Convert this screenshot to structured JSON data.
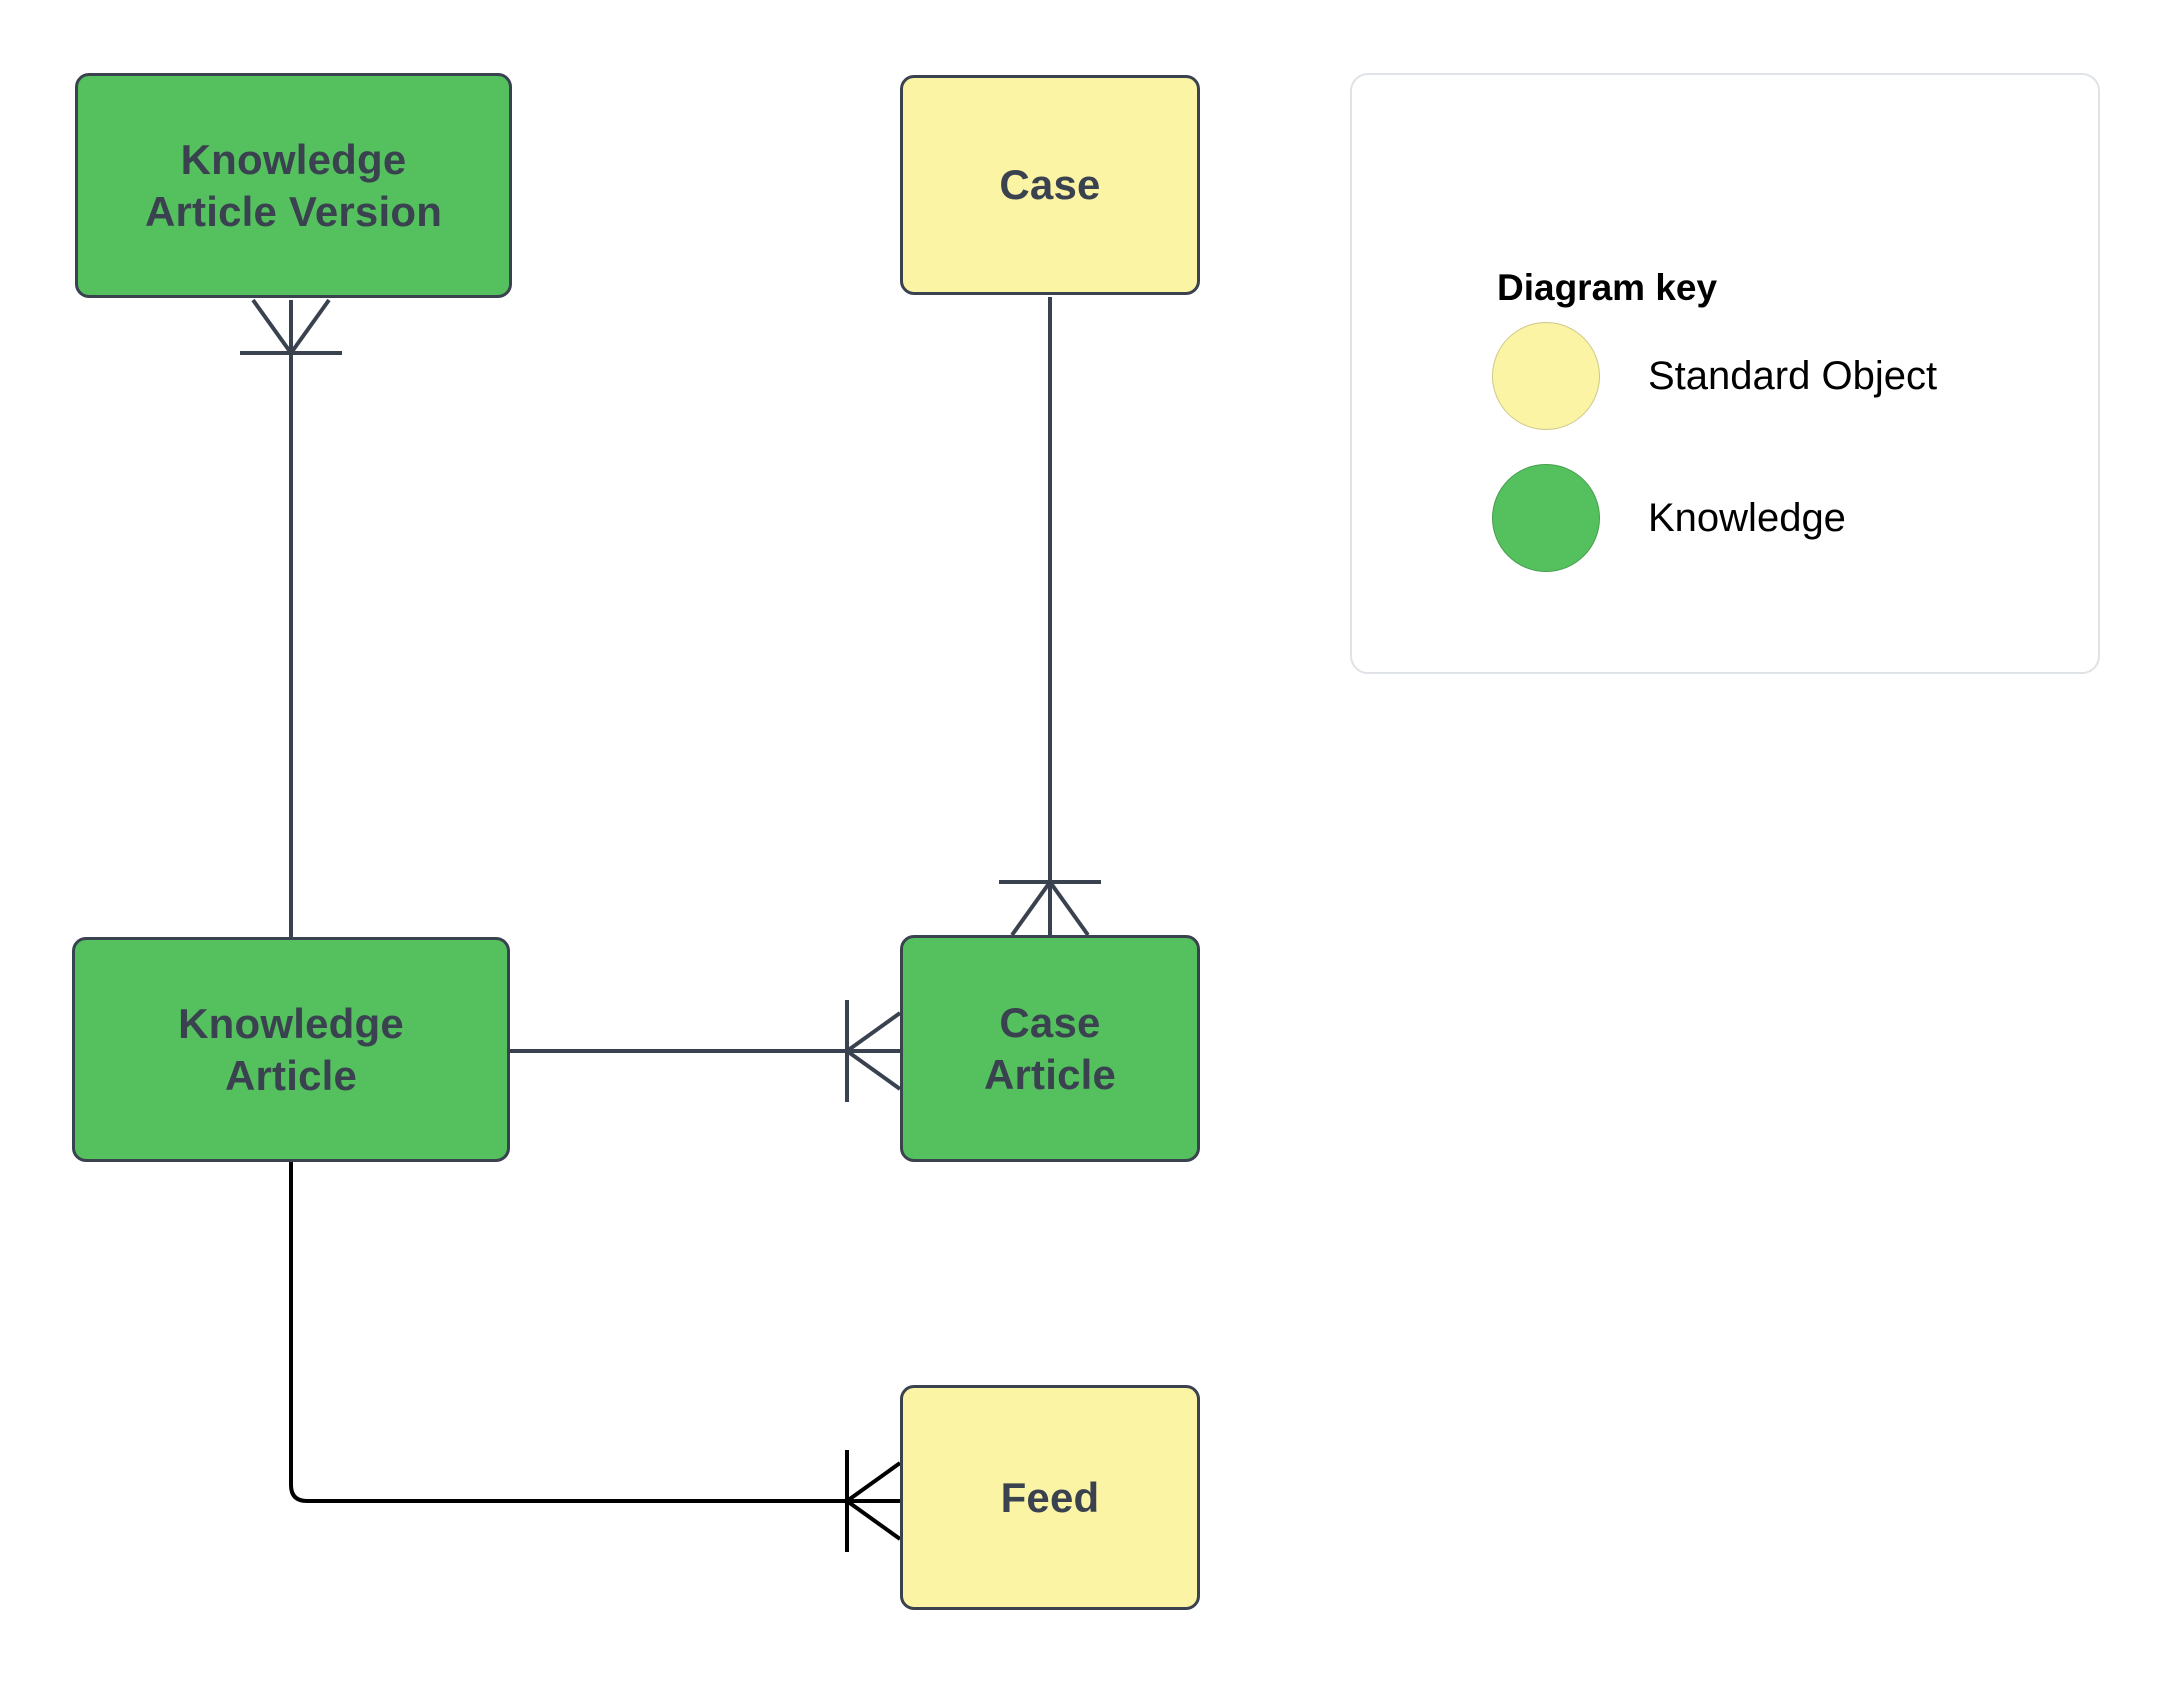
{
  "diagram": {
    "type": "entity-relationship",
    "background": "#ffffff",
    "colors": {
      "knowledge_fill": "#55c15e",
      "standard_object_fill": "#fbf4a5",
      "node_stroke": "#3a4250",
      "connector_stroke": "#3a4250",
      "connector_stroke_alt": "#000000",
      "legend_border": "#dfe3e8",
      "label_text": "#3a4250",
      "legend_text": "#000000"
    },
    "nodes": [
      {
        "id": "kav",
        "label": "Knowledge\nArticle Version",
        "category": "Knowledge"
      },
      {
        "id": "case",
        "label": "Case",
        "category": "Standard Object"
      },
      {
        "id": "ka",
        "label": "Knowledge\nArticle",
        "category": "Knowledge"
      },
      {
        "id": "casearticle",
        "label": "Case\nArticle",
        "category": "Knowledge"
      },
      {
        "id": "feed",
        "label": "Feed",
        "category": "Standard Object"
      }
    ],
    "relationships": [
      {
        "from": "ka",
        "to": "kav",
        "notation": "one-to-many",
        "crowsfoot_at": "kav"
      },
      {
        "from": "case",
        "to": "casearticle",
        "notation": "one-to-many",
        "crowsfoot_at": "casearticle"
      },
      {
        "from": "ka",
        "to": "casearticle",
        "notation": "one-to-many",
        "crowsfoot_at": "casearticle"
      },
      {
        "from": "ka",
        "to": "feed",
        "notation": "one-to-many",
        "crowsfoot_at": "feed"
      }
    ]
  },
  "legend": {
    "title": "Diagram key",
    "items": [
      {
        "label": "Standard Object",
        "color": "#fbf4a5"
      },
      {
        "label": "Knowledge",
        "color": "#55c15e"
      }
    ]
  }
}
